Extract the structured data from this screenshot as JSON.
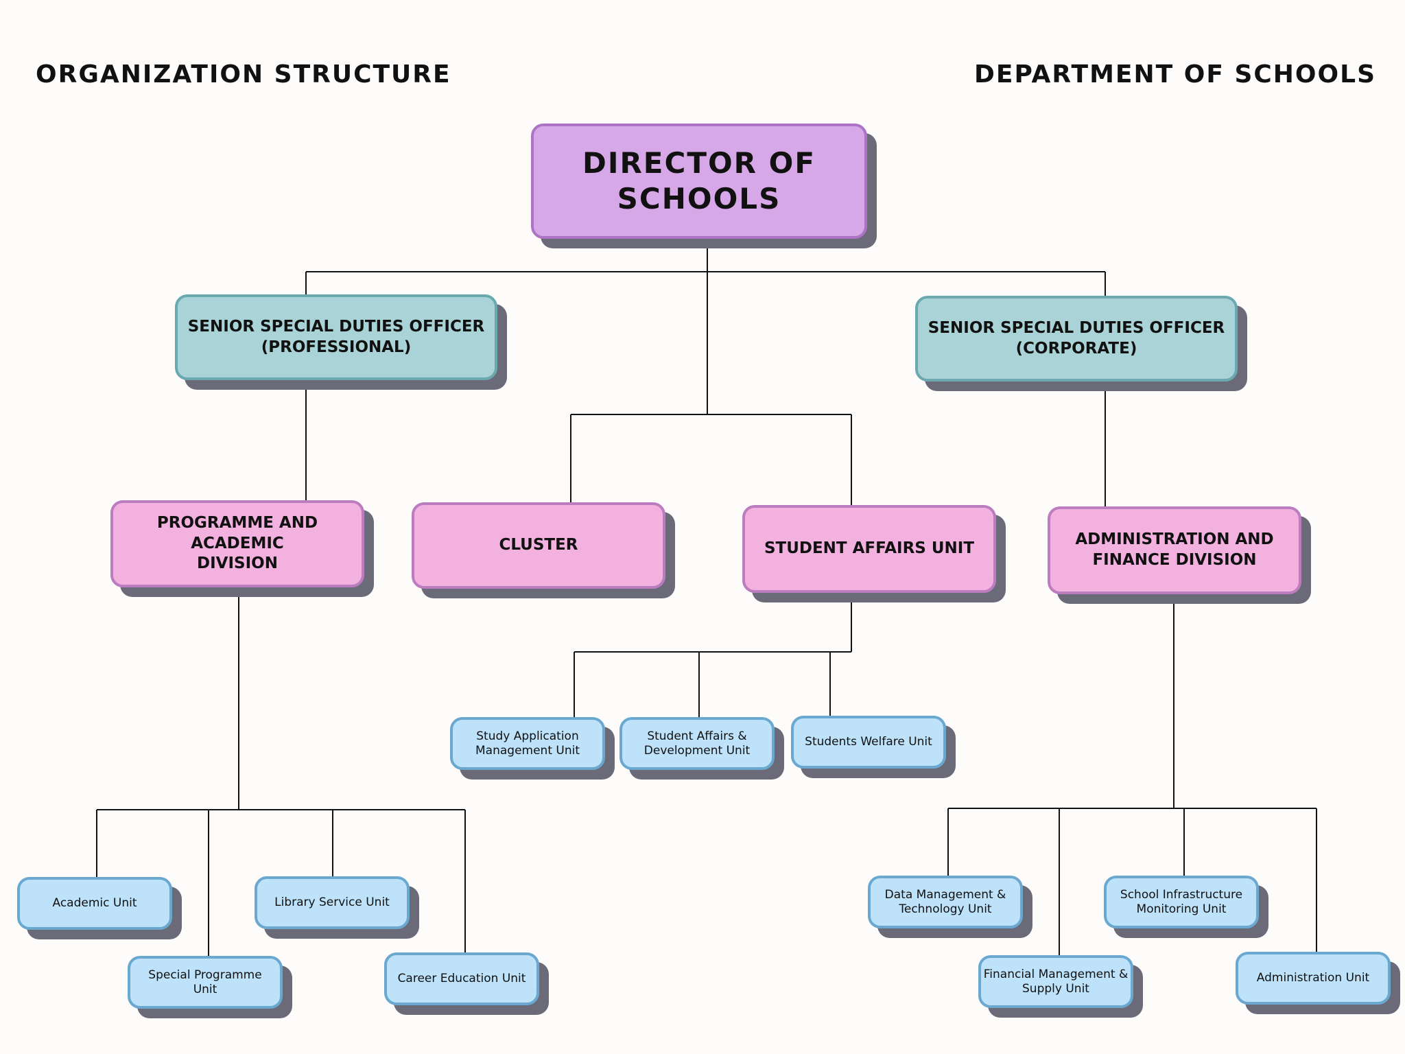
{
  "header": {
    "left_title": "ORGANIZATION STRUCTURE",
    "right_title": "DEPARTMENT OF SCHOOLS"
  },
  "chart": {
    "root": {
      "label": [
        "DIRECTOR OF",
        "SCHOOLS"
      ]
    },
    "officers": {
      "professional": {
        "label": [
          "SENIOR SPECIAL DUTIES OFFICER",
          "(PROFESSIONAL)"
        ]
      },
      "corporate": {
        "label": [
          "SENIOR SPECIAL DUTIES OFFICER",
          "(CORPORATE)"
        ]
      }
    },
    "divisions": {
      "programme": {
        "label": [
          "PROGRAMME AND ACADEMIC",
          "DIVISION"
        ]
      },
      "cluster": {
        "label": [
          "CLUSTER"
        ]
      },
      "student_affairs": {
        "label": [
          "STUDENT AFFAIRS UNIT"
        ]
      },
      "admin_finance": {
        "label": [
          "ADMINISTRATION AND",
          "FINANCE DIVISION"
        ]
      }
    },
    "units": {
      "academic": {
        "label": [
          "Academic Unit"
        ]
      },
      "special_programme": {
        "label": [
          "Special Programme",
          "Unit"
        ]
      },
      "library": {
        "label": [
          "Library Service Unit"
        ]
      },
      "career": {
        "label": [
          "Career Education Unit"
        ]
      },
      "study_application": {
        "label": [
          "Study Application",
          "Management Unit"
        ]
      },
      "student_affairs_dev": {
        "label": [
          "Student Affairs &",
          "Development Unit"
        ]
      },
      "welfare": {
        "label": [
          "Students Welfare Unit"
        ]
      },
      "data_mgmt": {
        "label": [
          "Data Management &",
          "Technology Unit"
        ]
      },
      "financial": {
        "label": [
          "Financial Management &",
          "Supply Unit"
        ]
      },
      "infrastructure": {
        "label": [
          "School Infrastructure",
          "Monitoring Unit"
        ]
      },
      "administration": {
        "label": [
          "Administration Unit"
        ]
      }
    }
  }
}
